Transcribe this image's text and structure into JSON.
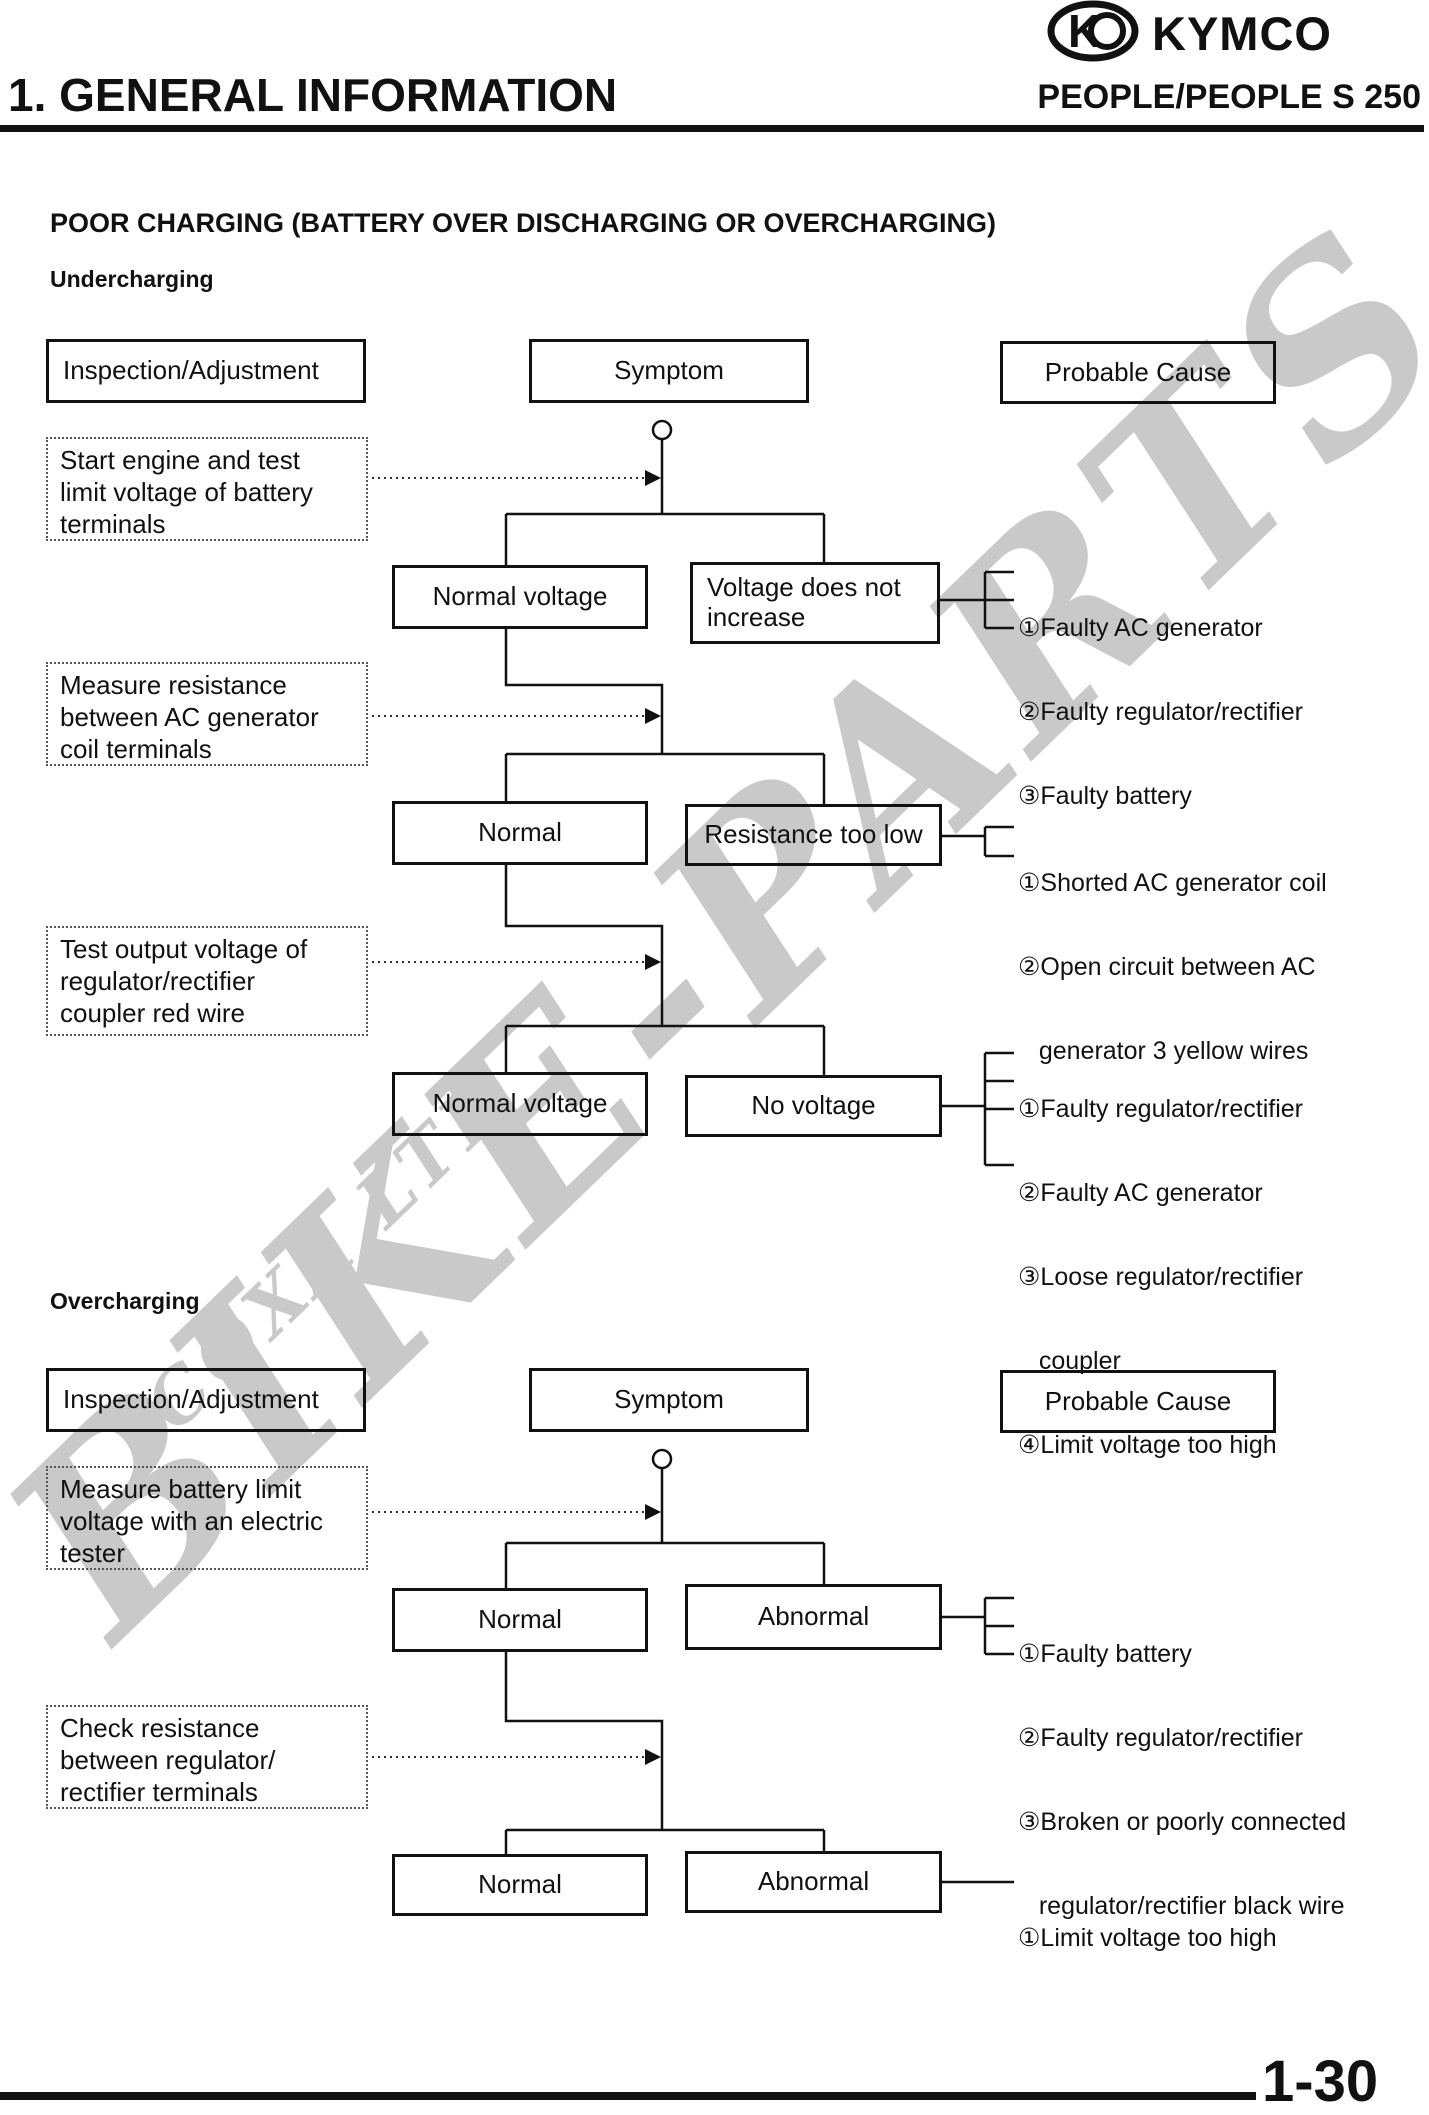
{
  "header": {
    "doc_title": "1. GENERAL INFORMATION",
    "brand": "KYMCO",
    "model": "PEOPLE/PEOPLE S 250"
  },
  "page": {
    "title": "POOR CHARGING (BATTERY OVER DISCHARGING OR OVERCHARGING)",
    "number": "1-30"
  },
  "watermark": {
    "line1": "BIKE-PARTS",
    "line2": "COXA LTD"
  },
  "undercharging": {
    "heading": "Undercharging",
    "headers": {
      "inspection": "Inspection/Adjustment",
      "symptom": "Symptom",
      "cause": "Probable Cause"
    },
    "inspections": [
      [
        "Start engine and test",
        "limit voltage of battery",
        "terminals"
      ],
      [
        "Measure resistance",
        "between AC generator",
        "coil terminals"
      ],
      [
        "Test output voltage of",
        "regulator/rectifier",
        "coupler red wire"
      ]
    ],
    "results": [
      {
        "ok": "Normal voltage",
        "bad": [
          "Voltage does not",
          "increase"
        ],
        "causes": [
          "①Faulty AC generator",
          "②Faulty regulator/rectifier",
          "③Faulty battery"
        ]
      },
      {
        "ok": "Normal",
        "bad": "Resistance too low",
        "causes": [
          "①Shorted AC generator coil",
          "②Open circuit between AC",
          "   generator 3 yellow wires"
        ]
      },
      {
        "ok": "Normal voltage",
        "bad": "No voltage",
        "causes": [
          "①Faulty regulator/rectifier",
          "②Faulty AC generator",
          "③Loose regulator/rectifier",
          "   coupler",
          "④Limit voltage too high"
        ]
      }
    ]
  },
  "overcharging": {
    "heading": "Overcharging",
    "headers": {
      "inspection": "Inspection/Adjustment",
      "symptom": "Symptom",
      "cause": "Probable Cause"
    },
    "inspections": [
      [
        "Measure battery limit",
        "voltage with an electric",
        "tester"
      ],
      [
        "Check resistance",
        "between regulator/",
        "rectifier terminals"
      ]
    ],
    "results": [
      {
        "ok": "Normal",
        "bad": "Abnormal",
        "causes": [
          "①Faulty battery",
          "②Faulty regulator/rectifier",
          "③Broken or poorly connected",
          "   regulator/rectifier black wire"
        ]
      },
      {
        "ok": "Normal",
        "bad": "Abnormal",
        "causes": [
          "①Limit voltage too high"
        ]
      }
    ]
  }
}
